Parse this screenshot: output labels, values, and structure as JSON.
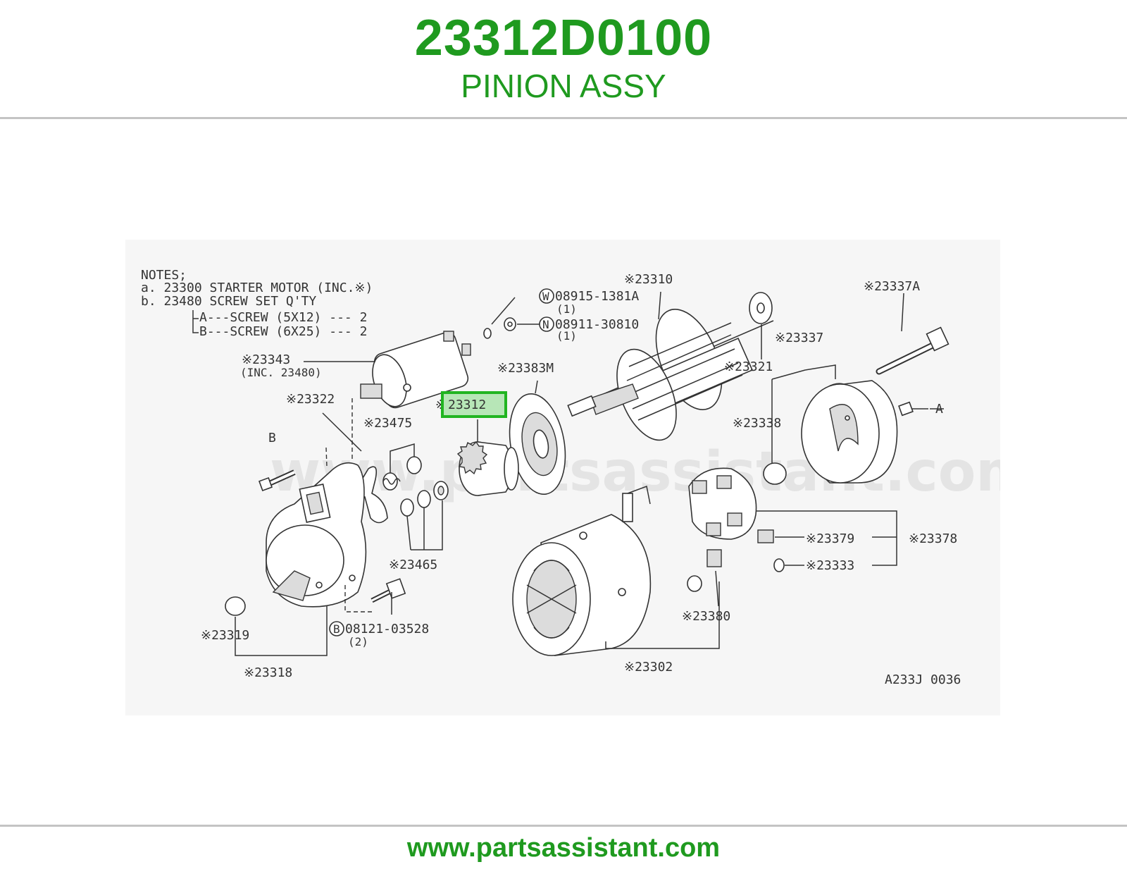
{
  "header": {
    "part_number": "23312D0100",
    "part_name": "PINION ASSY"
  },
  "footer": {
    "site": "www.partsassistant.com"
  },
  "watermark": "www.partsassistant.com",
  "highlight_color": "#21b521",
  "notes": {
    "title": "NOTES;",
    "line_a": "a.  23300    STARTER MOTOR (INC.※)",
    "line_b": "b.  23480    SCREW SET         Q'TY",
    "line_c": "A---SCREW (5X12)  --- 2",
    "line_d": "B---SCREW (6X25)  --- 2"
  },
  "labels": {
    "l23310": "※23310",
    "l23337a": "※23337A",
    "lw": "08915-1381A",
    "lw_qty": "(1)",
    "ln": "08911-30810",
    "ln_qty": "(1)",
    "w_letter": "W",
    "n_letter": "N",
    "l23337": "※23337",
    "l23343": "※23343",
    "l23343_inc": "(INC. 23480)",
    "l23321": "※23321",
    "l23383m": "※23383M",
    "l23322": "※23322",
    "l23312_star": "※",
    "l23312": "23312",
    "la": "A",
    "l23475": "※23475",
    "l23338": "※23338",
    "lb": "B",
    "l23379": "※23379",
    "l23378": "※23378",
    "l23333": "※23333",
    "l23465": "※23465",
    "l23380": "※23380",
    "lb2": "08121-03528",
    "lb2_qty": "(2)",
    "b_letter": "B",
    "l23319": "※23319",
    "l23302": "※23302",
    "l23318": "※23318",
    "code": "A233J 0036"
  }
}
